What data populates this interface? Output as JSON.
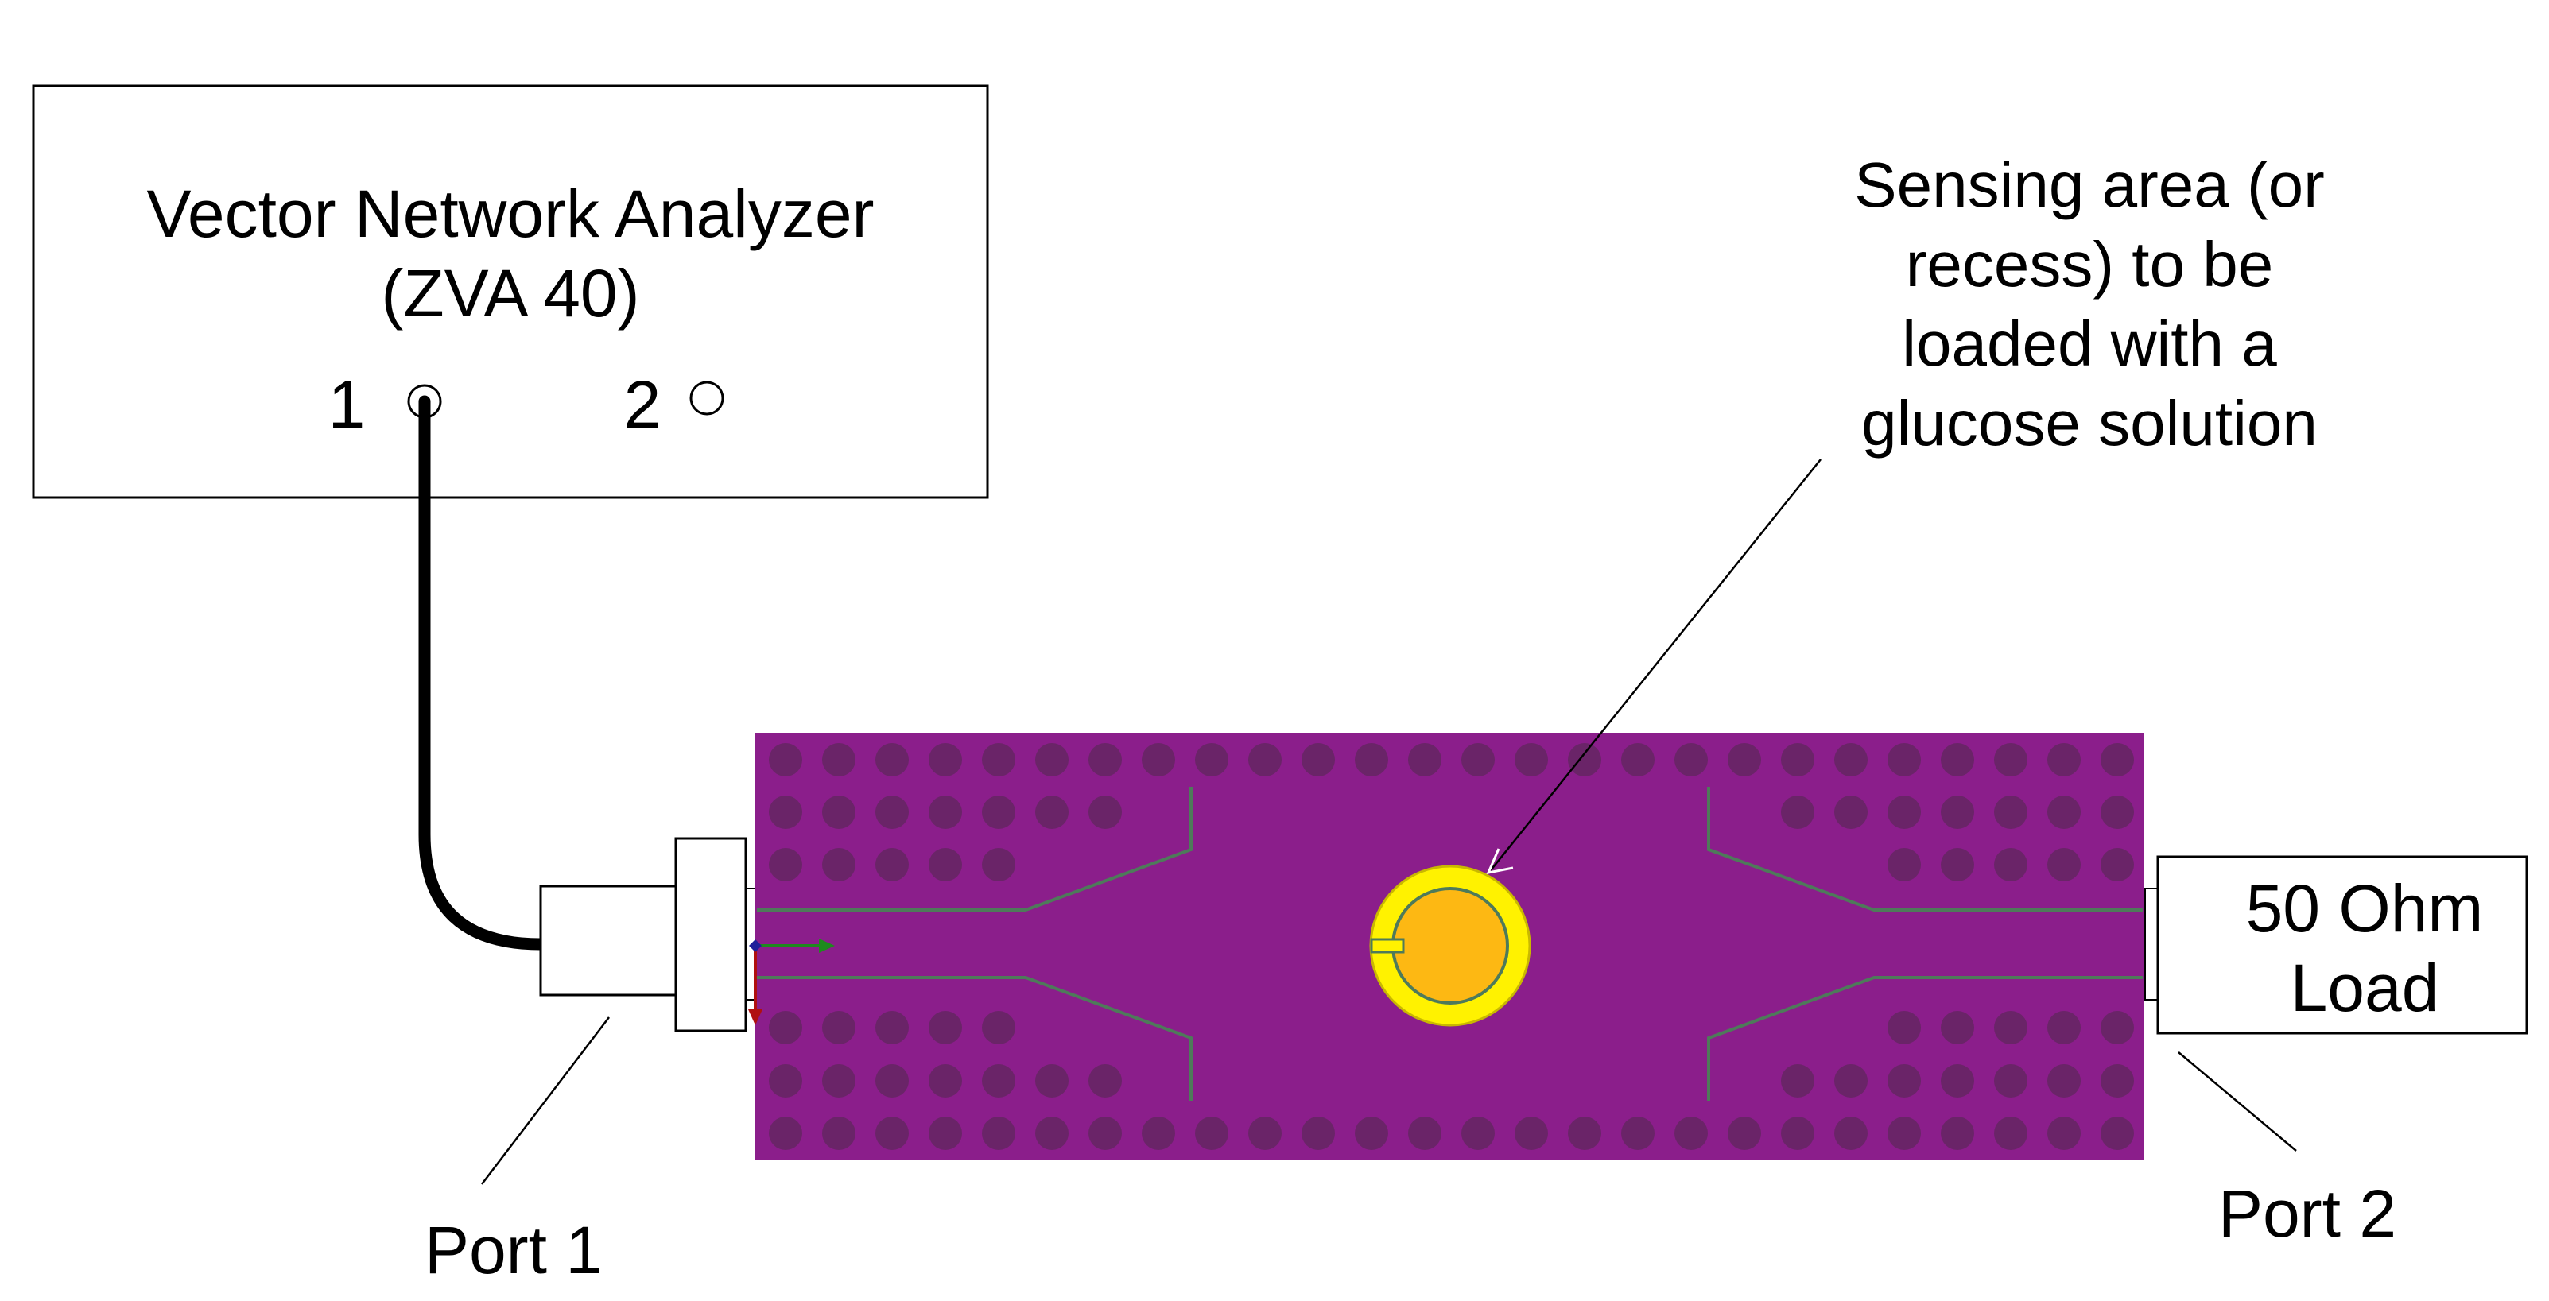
{
  "vna": {
    "title_line1": "Vector Network Analyzer",
    "title_line2": "(ZVA 40)",
    "port1_label": "1",
    "port2_label": "2"
  },
  "annotation": {
    "lines": [
      "Sensing area (or",
      "recess) to be",
      "loaded with a",
      "glucose solution"
    ]
  },
  "load": {
    "line1": "50 Ohm",
    "line2": "Load"
  },
  "ports": {
    "port1": "Port 1",
    "port2": "Port 2"
  },
  "colors": {
    "board": "#8B1E8B",
    "via": "#6A2468",
    "trace_line": "#4E7A5A",
    "ring": "#FFF200",
    "pad": "#FDB813",
    "axis_x": "#1E8A1E",
    "axis_y": "#B01010",
    "axis_origin": "#1E1E9A",
    "cable": "#000000"
  }
}
